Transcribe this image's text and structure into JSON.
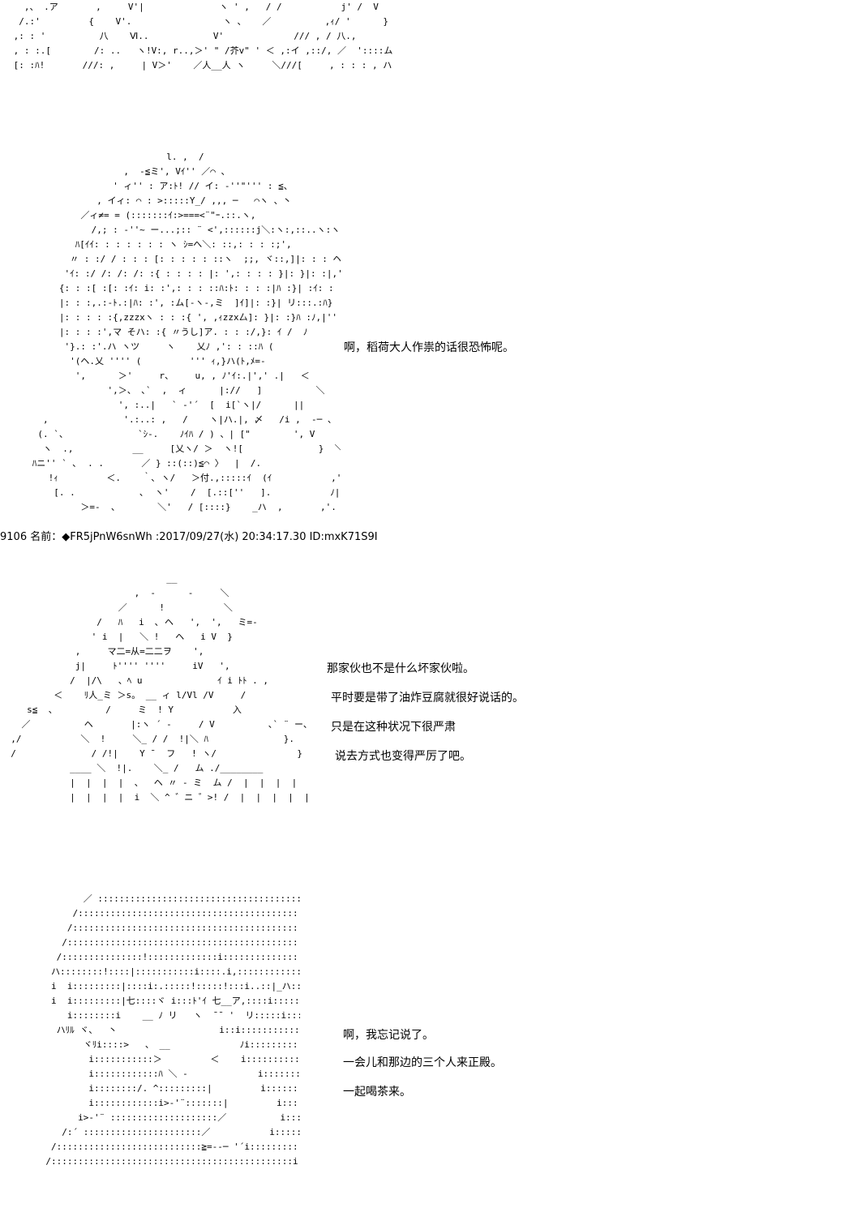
{
  "art": {
    "fox_top": "   ,、 .ア       ,     V'|              ヽ ' ,   / /           j' /  V       v: :.:\n  /.:'         {    V'.                 ヽ 、   ／          ,ｨ/ '      }       ヾ : :ハ\n ,: : '          八    Ⅵ..            V'             /// , / 八.,          V, :.,\n , : :.[        /: ..   ヽ!V:, r..,＞' \" /芥v\" ' ＜ ,:イ ,::/, ／  '::::ム       ] V: :\n [: :ﾊ!       ///: ,     | V＞'    ／人__人 ヽ     ＼///[     , : : : , ハ        ]! | : :.",
    "girl": "                               l. ,  /\n                       ,  -≦ミ', Vｲ'' ／⌒ 、\n                     ' ィ'' : ア:ﾄ! // イ: -''\"''' : ≦、\n                  , イィ: ⌒ : >:::::Y_/ ,,, ─   ⌒ヽ 、丶\n               ／ィ≠= = (:::::::ｲ:>===<¨\"ｰ.::.ヽ,\n                 /,; : -''~ ー...;:: ¨ <',::::::j＼:ヽ:,::..ヽ:ヽ\n              ﾊ[ｲｲ: : : : : : : ヽ ｼ=へ＼: ::,: : : :;',\n             〃 : :/ / : : : [: : : : : ::ヽ  ;;, ヾ::,]|: : : ヘ!  ',\n            'ｲ: :/ /: /: /: :{ : : : : |: ',: : : : }|: }|: :|,'::, ;|,:, ',\n           {: : :[ :[: :ｲ: i: :',: : : ::ﾊ:ﾄ: : : :|ﾊ :}| :ｲ: : :| '::,::,\n           |: : :,.:-ﾄ.:|ﾊ: :', :ム[‐ヽ-,ミ  ]ｲ]|: :}| リ:::.:ﾊ}\n           |: : : : :{,zzzxヽ : : :{ ', ,ｨzzx厶]: }|: :}ﾊ :ﾉ,|'' }'\n           |: : : :',マ そハ: :{ 〃うし]ア. : : :/,}: ｲ /  ﾉ\n            '}.: :'.ハ ヽツ     ヽ    乂ﾉ ,': : ::ﾊ (\n             '(ヘ.乂 '''' (         ''' ｨ,}ハ(ﾄ,ﾒ=-\n              ',      ＞'     r、    u, , ﾉ'ｲ:.|',' .|   ＜\n                    ',＞、 ､`  ,  ィ      |://   ]          ＼\n                      ', :..|   ` -'´  [  i[`ヽ|/      ||           ヽ\n        ,              '.:..: ,   /    ヽ|ハ.|, 〆   /i ,  -─ 、  V\n       (. `、             `ｼ-.    ﾉｲﾊ / ) 、| [\"        ', V\n        ヽ  .,           __     [乂ヽ/ ＞  ヽ![              }  ＼\n      ﾊニ'' ` ､  . .       ／ } ::(::)≦⌒ 〉  |  /.               ',\n         !ｨ         ＜.    ｀､ ヽ/   ＞付.,:::::ｲ  (ｲ           ,' '.\n          [. .            ､  ヽ'    /  [.::[''   ].           ﾉ|      '.,/\n               ＞=-  、       ＼'   / [::::}    _ハ  ,       ,'.     Λ]",
    "boy": "                               __\n                         ,  -      -     ＼\n                      ／      !           ＼\n                  /   ﾊ   i  ､ ヘ   ',  ',   ミ=-\n                 ' i  |   ＼ !   ヘ   i V  }\n              ,     マ二=从=二二ヲ    ',\n              j|     ﾄ'''' ''''     iV   ',\n             /  |/\\   、ﾍ u              ｲ i ﾄﾄ . ,\n          ＜    ﾘ人_ミ ＞s。 __ ィ l/Vl /V     /\n     s≦  、         /     ミ  ! Y           入\n    ／          ヘ       |:ヽ ´ -     / V          ､` ¨ ー、\n  ,/           ＼  !     ＼_ / /  !|＼ ﾊ              }.\n  /              / /!|    Y ¯  フ   ! ヽ/               }\n             ____ ＼  !|.    ＼_ /   ム ./________\n             |  |  |  |  、  ヘ 〃 - ミ  ム /  |  |  |  |  |  |      }\n             |  |  |  |  i  ＼ ^ ゛ニ ゛>! /  |  |  |  |  |  |      }",
    "robed": "              ／ ::::::::::::::::::::::::::::::::::::::::::::::::::::::::  ＼\n            /::::::::::::::::::::::::::::::::::::::::::::::::::::::::::::::::::,\n           /:::::::::::::::::::::::::::::::::::::::::::::::::::::::::::::::::::i  ﾋｮｺ\n          /::::::::::::::::::::::::::::::::::::::::::::::::::::::::::::::::::::|\n         /:::::::::::::::!:::::::::::::i::::::::::::::::::::::::::::::::::::::|\n        ハ::::::::!::::|:::::::::::i::::.i,::::::::::::::::::::::i::::::::::::::|\n        i  i:::::::::|::::i:.:::::!:::::!:::i..::|_ハ::::::::::i::::::::::::::::|\n        i  i:::::::::|七::::ヾ i:::ﾄ'ｲ 七__ア,::::i:::::::::::i:::::::::::::|\n           i::::::::i    __ ﾉ リ   ヽ  ¯¯ '  リ:::::i:::::::::i/::::::::::::::|\n         ハﾘﾙ ヾ、  丶                   i::i:::::::::::::::::::::::::::::::i\n              ヾﾘi::::>   、 __             ﾉi::::::::::::::::::::::::::::!:::::::i\n               i:::::::::::＞         ＜    i:::::::::::i:::::::::::::::::i::::::i\n               i::::::::::::ﾊ ＼ -             i::::::::::::i::::::::::::::::i::::::i\n               i::::::::/. ^:::::::::|         i::::::::::::i::::::::::::::::::::::i\n               i::::::::::::i>‐'¨:::::::|         i::::::::::i＞ '::::::::::::::::i\n             i>‐'¨ ::::::::::::::::::::／          i::::::::::::i:::::::::::::::::::::i\n          /:´ ::::::::::::::::::::::／           i::::::::::::i::::::::::::::::::::::i\n        /:::::::::::::::::::::::::::≧=‐‐─ '´i::::::::::::i:::::::::::::::::::::＞::i\n       /:::::::::::::::::::::::::::::::::::::::::::::i::::::::::::i:::::::::::::::::::::::::::::ﾍ:::i"
  },
  "post_header": "9106 名前：◆FR5jPnW6snWh :2017/09/27(水) 20:34:17.30 ID:mxK71S9I",
  "dialogue": [
    {
      "lines": [
        "啊，稻荷大人作祟的话很恐怖呢。"
      ]
    },
    {
      "lines": [
        "那家伙也不是什么坏家伙啦。",
        "平时要是带了油炸豆腐就很好说话的。",
        "只是在这种状况下很严肃",
        "说去方式也变得严厉了吧。"
      ]
    },
    {
      "lines": [
        "啊，我忘记说了。",
        "一会儿和那边的三个人来正殿。",
        "一起喝茶来。"
      ]
    }
  ]
}
